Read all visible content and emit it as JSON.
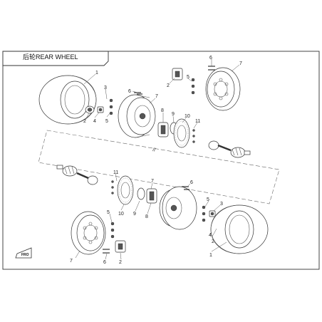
{
  "diagram": {
    "title": "后轮REAR WHEEL",
    "front_badge": "FRO",
    "callouts": {
      "c1a": "1",
      "c2a": "2",
      "c3a": "3",
      "c4a": "4",
      "c5a": "5",
      "c6a": "6",
      "c7a": "7",
      "c8a": "8",
      "c9a": "9",
      "c10a": "10",
      "c11a": "11",
      "c2b": "2",
      "c5b": "5",
      "c6b": "6",
      "c7b": "7",
      "c8b": "8",
      "c9b": "9",
      "c10b": "10",
      "c11b": "11",
      "c1b": "1",
      "c2c": "2",
      "c3b": "3",
      "c4b": "4",
      "c5c": "5",
      "c6c": "6",
      "c7c": "7",
      "c2d": "2",
      "c5d": "5",
      "c6d": "6",
      "c7d": "7"
    }
  }
}
